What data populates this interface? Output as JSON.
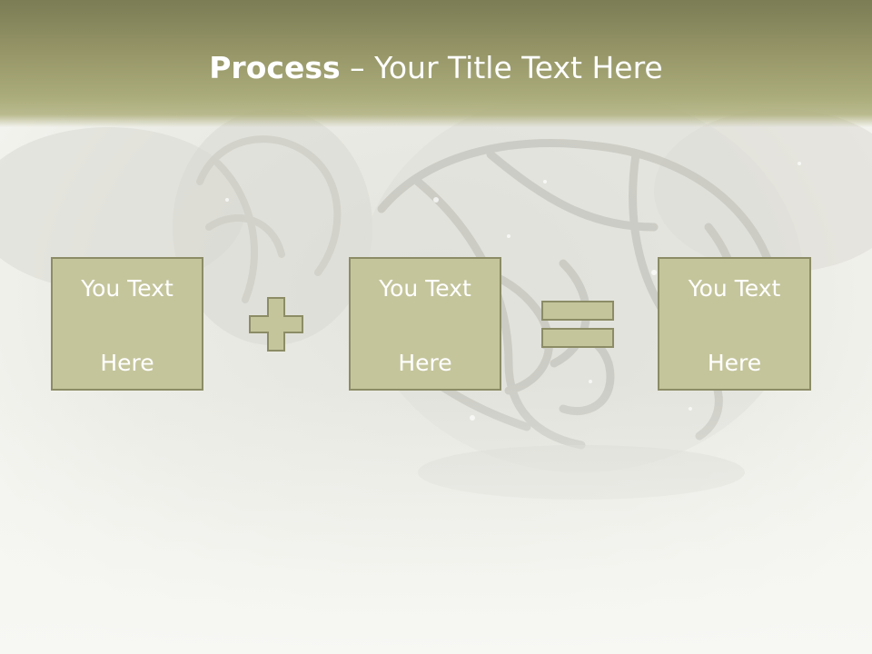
{
  "slide": {
    "title_bold": "Process",
    "title_rest": " – Your Title Text Here",
    "boxes": [
      {
        "line1": "You Text",
        "line2": "Here"
      },
      {
        "line1": "You Text",
        "line2": "Here"
      },
      {
        "line1": "You Text",
        "line2": "Here"
      }
    ],
    "operators": [
      "plus-icon",
      "equals-icon"
    ]
  },
  "colors": {
    "header": "#9a9a6c",
    "box_fill": "#c5c59c",
    "box_border": "#8c8c66",
    "text": "#ffffff"
  }
}
